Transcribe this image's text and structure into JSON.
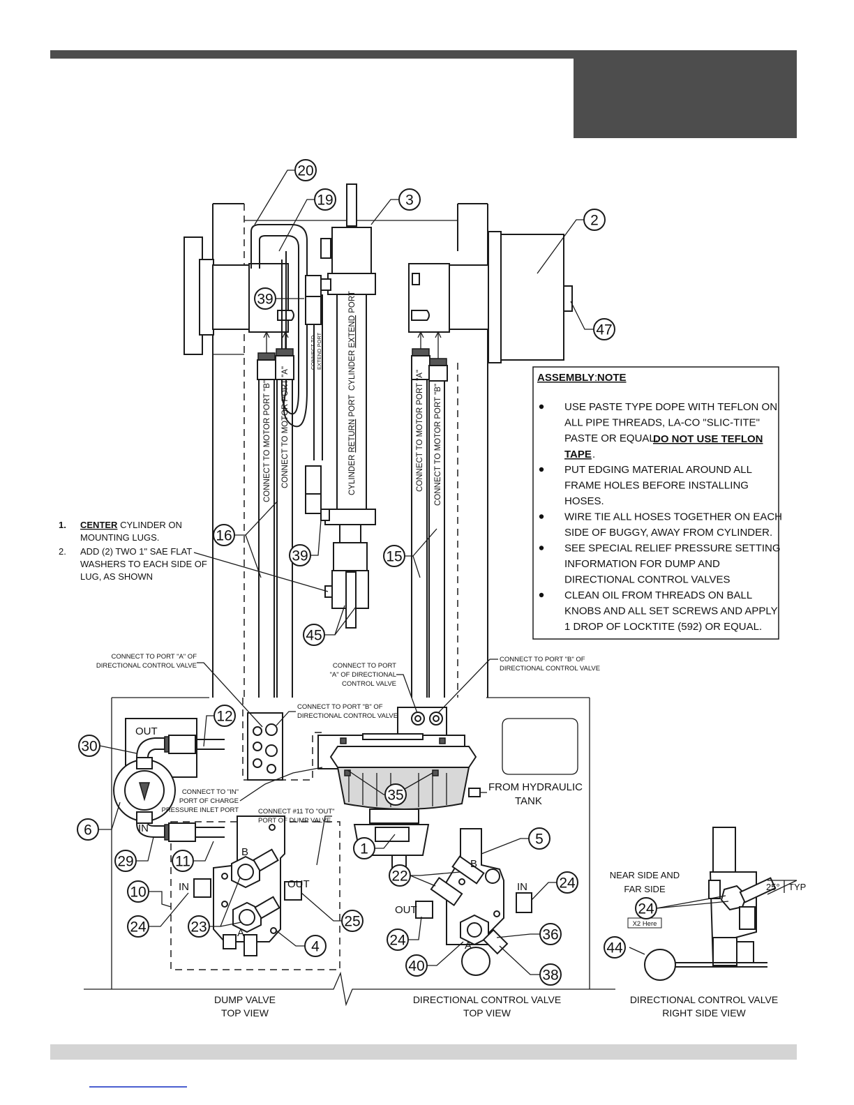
{
  "callouts": [
    "20",
    "19",
    "3",
    "2",
    "39",
    "47",
    "16",
    "39",
    "15",
    "45",
    "12",
    "30",
    "6",
    "29",
    "11",
    "10",
    "24",
    "23",
    "4",
    "25",
    "35",
    "1",
    "5",
    "22",
    "24",
    "24",
    "40",
    "36",
    "38",
    "24",
    "44"
  ],
  "assembly_note": {
    "title": "ASSEMBLY NOTE",
    "bullets": [
      [
        "USE PASTE TYPE DOPE WITH TEFLON ON",
        "ALL PIPE THREADS, LA-CO \"SLIC-TITE\"",
        "PASTE OR EQUAL."
      ],
      [
        "PUT EDGING MATERIAL AROUND ALL",
        "FRAME HOLES BEFORE INSTALLING",
        "HOSES."
      ],
      [
        "WIRE TIE ALL HOSES TOGETHER ON EACH",
        "SIDE OF BUGGY, AWAY FROM CYLINDER."
      ],
      [
        "SEE SPECIAL RELIEF PRESSURE SETTING",
        "INFORMATION FOR DUMP AND",
        "DIRECTIONAL CONTROL VALVES"
      ],
      [
        "CLEAN OIL FROM THREADS ON BALL",
        "KNOBS AND ALL SET SCREWS AND APPLY",
        "1 DROP OF LOCKTITE (592) OR EQUAL."
      ]
    ],
    "warn1": "DO NOT USE TEFLON",
    "warn2": "TAPE"
  },
  "left_notes": {
    "n1_num": "1.",
    "n1_bold": "CENTER",
    "n1_rest": " CYLINDER ON",
    "n1_line2": "MOUNTING LUGS.",
    "n2_num": "2.",
    "n2_l1": "ADD (2) TWO 1\" SAE FLAT",
    "n2_l2": "WASHERS TO EACH SIDE OF",
    "n2_l3": "LUG, AS SHOWN"
  },
  "hose_text": {
    "motor_b_left": "CONNECT TO MOTOR PORT \"B\"",
    "motor_a_left": "CONNECT TO MOTOR PORT \"A\"",
    "extend_small_1": "CONNECT TO",
    "extend_small_2": "EXTEND PORT",
    "cyl_extend_pre": "CYLINDER ",
    "cyl_extend_key": "EXTEND",
    "cyl_extend_post": " PORT",
    "cyl_return_pre": "CYLINDER ",
    "cyl_return_key": "RETURN",
    "cyl_return_post": " PORT",
    "motor_a_right": "CONNECT TO MOTOR PORT \"A\"",
    "motor_b_right": "CONNECT TO MOTOR PORT \"B\""
  },
  "connect_labels": {
    "port_a_dcv_1": "CONNECT TO PORT \"A\" OF",
    "port_a_dcv_2": "DIRECTIONAL CONTROL VALVE",
    "port_b_dcv_1": "CONNECT TO PORT \"B\" OF",
    "port_b_dcv_2": "DIRECTIONAL CONTROL VALVE",
    "port_a_dcv2_1": "CONNECT TO PORT",
    "port_a_dcv2_2": "\"A\" OF DIRECTIONAL",
    "port_a_dcv2_3": "CONTROL VALVE",
    "port_b_dcv2_1": "CONNECT TO PORT \"B\" OF",
    "port_b_dcv2_2": "DIRECTIONAL CONTROL VALVE",
    "in_port_1": "CONNECT TO \"IN\"",
    "in_port_2": "PORT OF CHARGE",
    "in_port_3": "PRESSURE INLET PORT",
    "out_port_1": "CONNECT #11 TO \"OUT\"",
    "out_port_2": "PORT OF DUMP VALVE"
  },
  "port_labels": {
    "out": "OUT",
    "in": "IN",
    "b": "B",
    "a": "A",
    "in2": "IN",
    "out2": "OUT",
    "b2": "B",
    "a2": "A",
    "in3": "IN",
    "out3": "OUT"
  },
  "from_tank_1": "FROM HYDRAULIC",
  "from_tank_2": "TANK",
  "side_view": {
    "near_far_1": "NEAR SIDE AND",
    "near_far_2": "FAR SIDE",
    "x2": "X2 Here",
    "angle": "25°",
    "typ": "TYP"
  },
  "captions": {
    "dump_1": "DUMP VALVE",
    "dump_2": "TOP VIEW",
    "dcv_1": "DIRECTIONAL CONTROL VALVE",
    "dcv_2": "TOP VIEW",
    "side_1": "DIRECTIONAL CONTROL VALVE",
    "side_2": "RIGHT SIDE VIEW"
  }
}
